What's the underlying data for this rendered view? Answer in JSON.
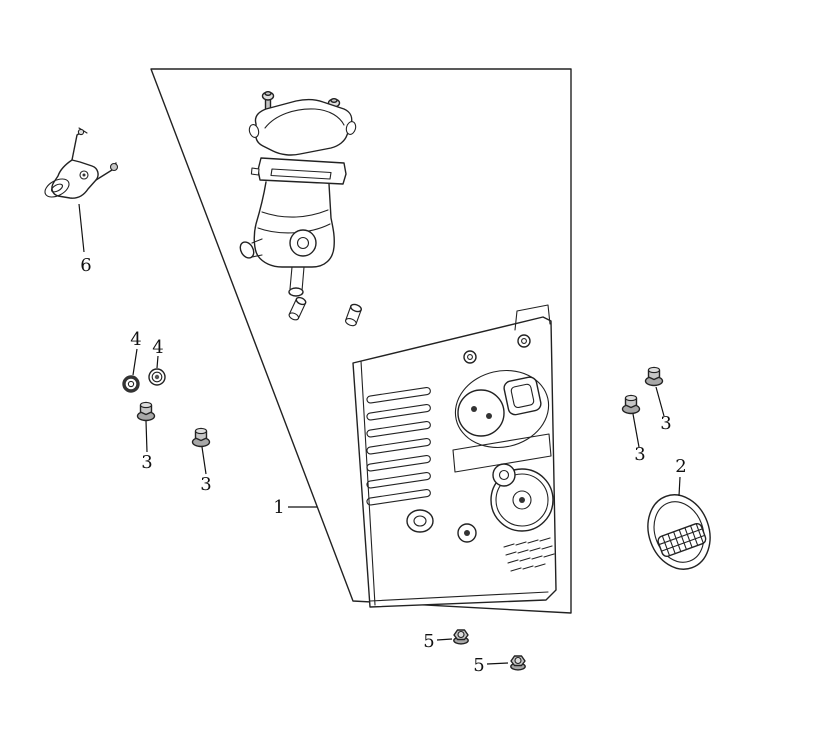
{
  "colors": {
    "background": "#ffffff",
    "line": "#222222",
    "label_text": "#111111",
    "metal_fill": "#c6c6c6"
  },
  "callouts": {
    "n6": "6",
    "n4a": "4",
    "n4b": "4",
    "n3a": "3",
    "n3b": "3",
    "n3c": "3",
    "n3d": "3",
    "n2": "2",
    "n1": "1",
    "n5a": "5",
    "n5b": "5"
  }
}
